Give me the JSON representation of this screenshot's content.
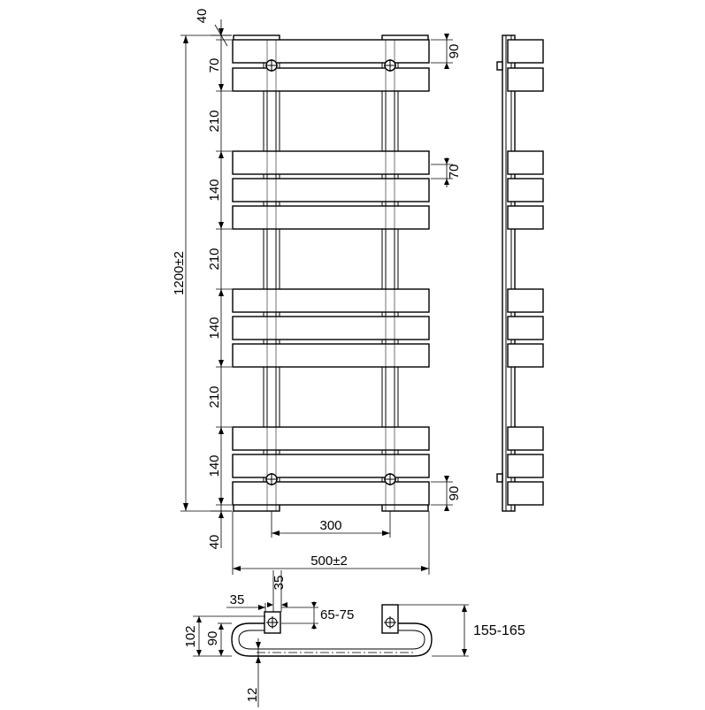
{
  "front_view": {
    "dims": {
      "top_gap": "40",
      "first_pair": "70",
      "gap_a": "210",
      "group_b": "140",
      "gap_b": "210",
      "group_c": "140",
      "gap_c": "210",
      "group_d": "140",
      "bottom_gap": "40",
      "overall_height": "1200±2",
      "bar_height_top": "90",
      "bar_height_mid": "70",
      "bar_height_bottom": "90",
      "pipe_centers": "300",
      "overall_width": "500±2"
    }
  },
  "top_view": {
    "dims": {
      "offset_top": "35",
      "offset_left": "35",
      "wall_distance": "65-75",
      "depth_outer": "102",
      "depth_inner": "90",
      "bar_thickness": "12",
      "total_depth": "155-165"
    }
  }
}
